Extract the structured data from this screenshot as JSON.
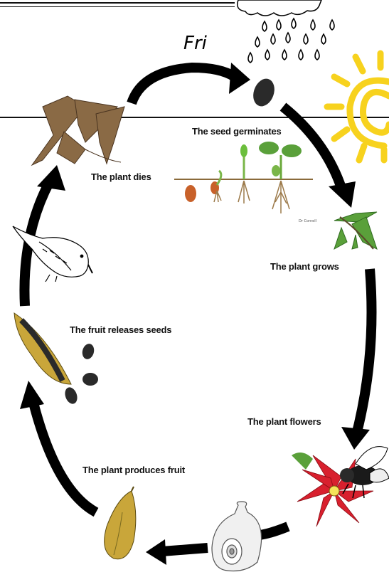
{
  "note": {
    "text": "Fri"
  },
  "stages": {
    "germinates": "The seed germinates",
    "grows": "The plant grows",
    "flowers": "The plant flowers",
    "fruit": "The plant produces fruit",
    "releases": "The fruit releases seeds",
    "dies": "The plant dies"
  },
  "colors": {
    "arrow": "#000000",
    "sun": "#f7d21e",
    "leaf": "#5aa03a",
    "flower": "#d8202e",
    "seed": "#2a2a2a",
    "fruit_pod": "#c9a63a",
    "dead_plant": "#8a6a45"
  }
}
